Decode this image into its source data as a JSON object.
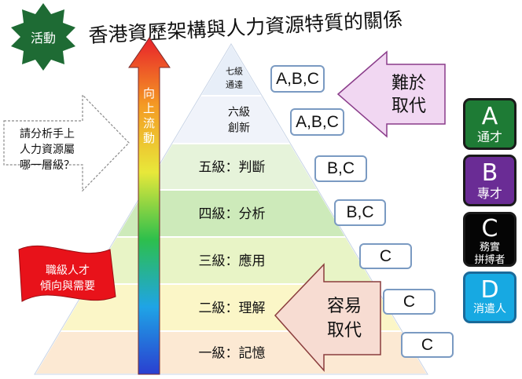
{
  "badge": {
    "label": "活動",
    "color": "#1e6b34"
  },
  "title": "香港資歷架構與人力資源特質的關係",
  "arrow_up": {
    "lines": [
      "向",
      "上",
      "流",
      "動"
    ]
  },
  "question": {
    "lines": [
      "請分析手上",
      "人力資源屬",
      "哪一層級？"
    ]
  },
  "flag": {
    "lines": [
      "職級人才",
      "傾向與需要"
    ],
    "color": "#e8121a"
  },
  "levels": [
    {
      "lines": [
        "七級",
        "通達"
      ],
      "color": "#e7eef8"
    },
    {
      "lines": [
        "六級",
        "創新"
      ],
      "color": "#f0f3fa"
    },
    {
      "lines": [
        "五級：判斷"
      ],
      "color": "#e6f3da"
    },
    {
      "lines": [
        "四級：分析"
      ],
      "color": "#cdeaba"
    },
    {
      "lines": [
        "三級：應用"
      ],
      "color": "#e8f4c6"
    },
    {
      "lines": [
        "二級：理解"
      ],
      "color": "#fbf6c7"
    },
    {
      "lines": [
        "一級：記憶"
      ],
      "color": "#fce9d3"
    }
  ],
  "hard": {
    "lines": [
      "難於",
      "取代"
    ],
    "color": "#f1d7f2"
  },
  "easy": {
    "lines": [
      "容易",
      "取代"
    ],
    "color": "#f7dcd2"
  },
  "labels": [
    "A,B,C",
    "A,B,C",
    "B,C",
    "B,C",
    "C",
    "C",
    "C"
  ],
  "categories": [
    {
      "letter": "A",
      "name": "通才",
      "color": "#1e7b35"
    },
    {
      "letter": "B",
      "name": "專才",
      "color": "#6a2c95"
    },
    {
      "letter": "C",
      "name": "務實拼搏者",
      "name_lines": [
        "務實",
        "拼搏者"
      ],
      "color": "#050505"
    },
    {
      "letter": "D",
      "name": "消遣人",
      "color": "#17a9e2"
    }
  ]
}
